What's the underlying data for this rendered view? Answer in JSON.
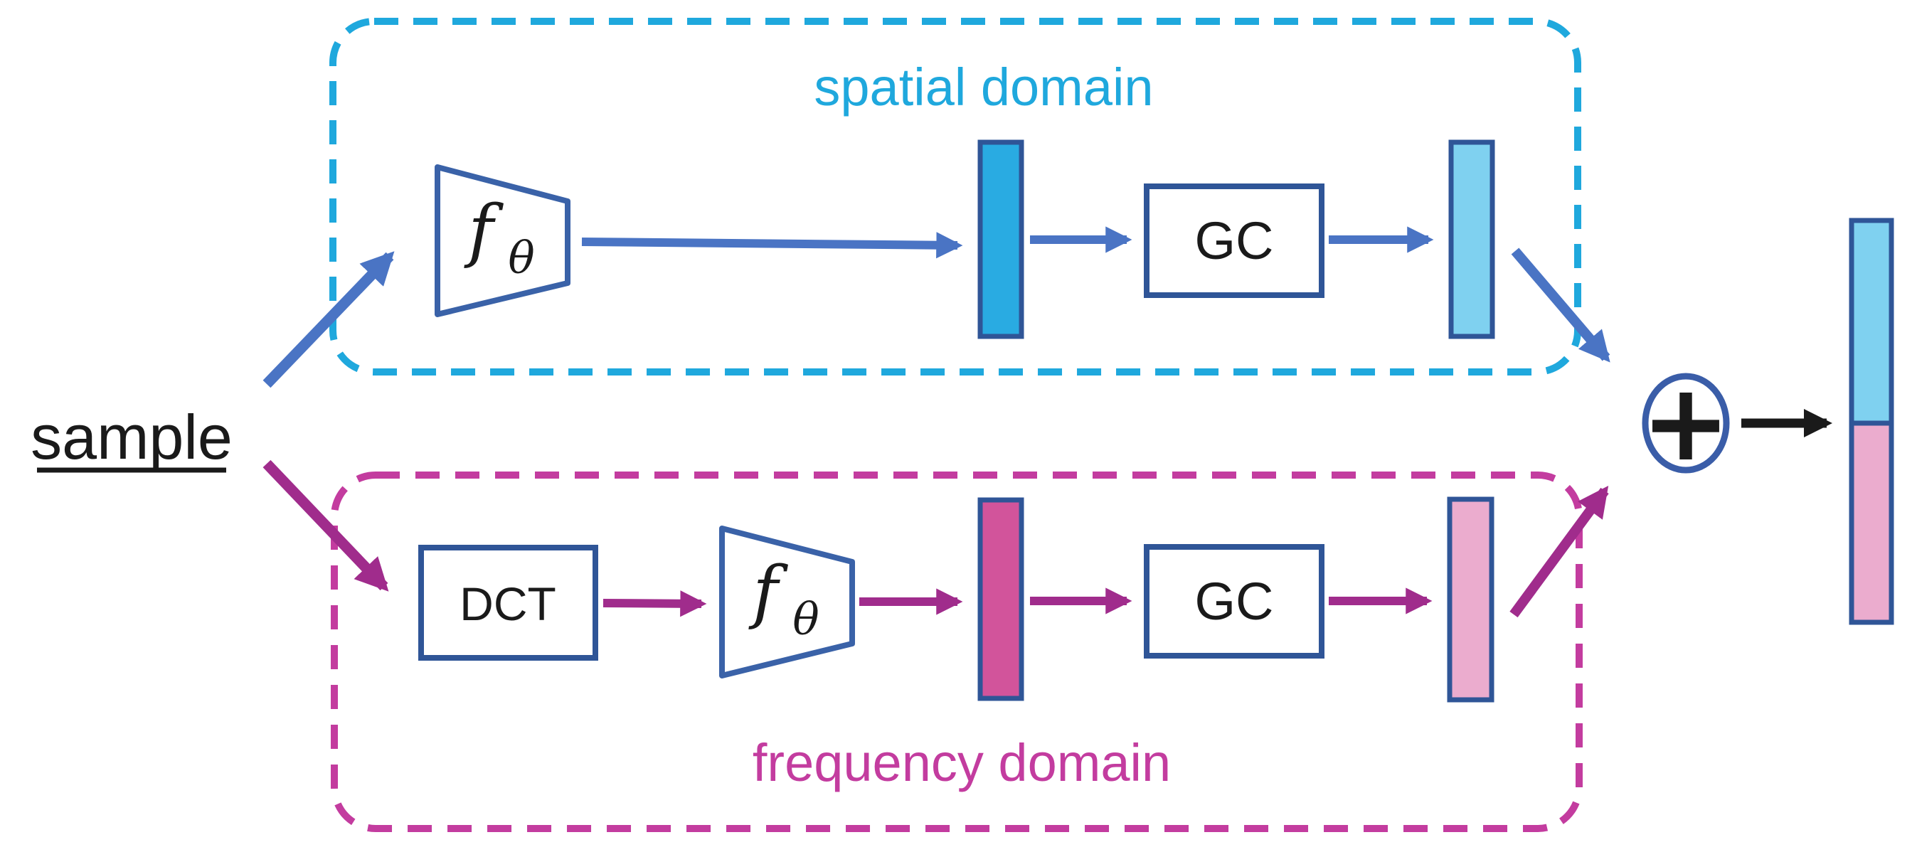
{
  "diagram": {
    "sample_label": "sample",
    "spatial": {
      "label": "spatial domain",
      "encoder_label": "f",
      "encoder_subscript": "θ",
      "gc_label": "GC"
    },
    "frequency": {
      "label": "frequency domain",
      "dct_label": "DCT",
      "encoder_label": "f",
      "encoder_subscript": "θ",
      "gc_label": "GC"
    },
    "fusion": {
      "plus_label": "+"
    },
    "colors": {
      "spatial_accent": "#1FA8DD",
      "frequency_accent": "#C33C9F",
      "spatial_arrow": "#4A74C4",
      "frequency_arrow": "#A02C8C",
      "border_dark_blue": "#2F5597",
      "trapezoid_border": "#3A62A8",
      "circle_border": "#3A5DA8",
      "bar_blue": "#29ABE2",
      "bar_light_blue": "#7FD1F0",
      "bar_pink": "#D2549B",
      "bar_light_pink": "#EBACCE",
      "text_black": "#1A1A1A"
    }
  }
}
